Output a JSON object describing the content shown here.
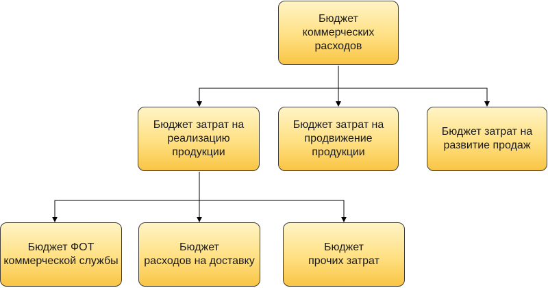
{
  "diagram": {
    "nodes": {
      "root": "Бюджет\nкоммерческих\nрасходов",
      "sales": "Бюджет затрат на\nреализацию продукции",
      "promo": "Бюджет затрат на\nпродвижение\nпродукции",
      "dev": "Бюджет затрат на\nразвитие продаж",
      "fot": "Бюджет ФОТ\nкоммерческой службы",
      "delivery": "Бюджет\nрасходов на доставку",
      "other": "Бюджет\nпрочих затрат"
    },
    "edges": [
      {
        "from": "root",
        "to": "sales"
      },
      {
        "from": "root",
        "to": "promo"
      },
      {
        "from": "root",
        "to": "dev"
      },
      {
        "from": "sales",
        "to": "fot"
      },
      {
        "from": "sales",
        "to": "delivery"
      },
      {
        "from": "sales",
        "to": "other"
      }
    ],
    "colors": {
      "node_fill_top": "#fff4c6",
      "node_fill_bottom": "#f9c545",
      "node_border": "#3a3a3a",
      "connector": "#000000"
    }
  }
}
